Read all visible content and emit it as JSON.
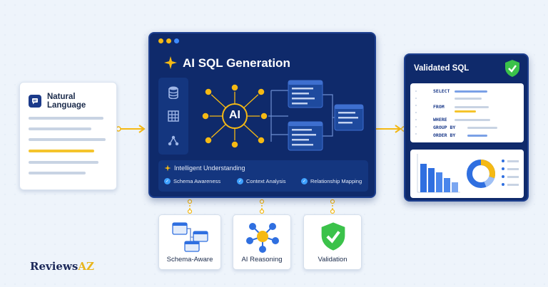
{
  "natural_language": {
    "title": "Natural Language"
  },
  "ai_panel": {
    "title": "AI SQL Generation",
    "ai_label": "AI",
    "features_title": "Intelligent Understanding",
    "features": [
      "Schema Awareness",
      "Context Analysis",
      "Relationship Mapping"
    ]
  },
  "validated_sql": {
    "title": "Validated SQL",
    "keywords": [
      "SELECT",
      "FROM",
      "WHERE",
      "GROUP BY",
      "ORDER BY"
    ]
  },
  "bottom_cards": [
    "Schema-Aware",
    "AI Reasoning",
    "Validation"
  ],
  "logo": {
    "part1": "Reviews",
    "part2": "AZ"
  },
  "colors": {
    "navy": "#0f2a6b",
    "accent": "#f5b914",
    "blue": "#2f6fe0",
    "green": "#3bc24a"
  }
}
